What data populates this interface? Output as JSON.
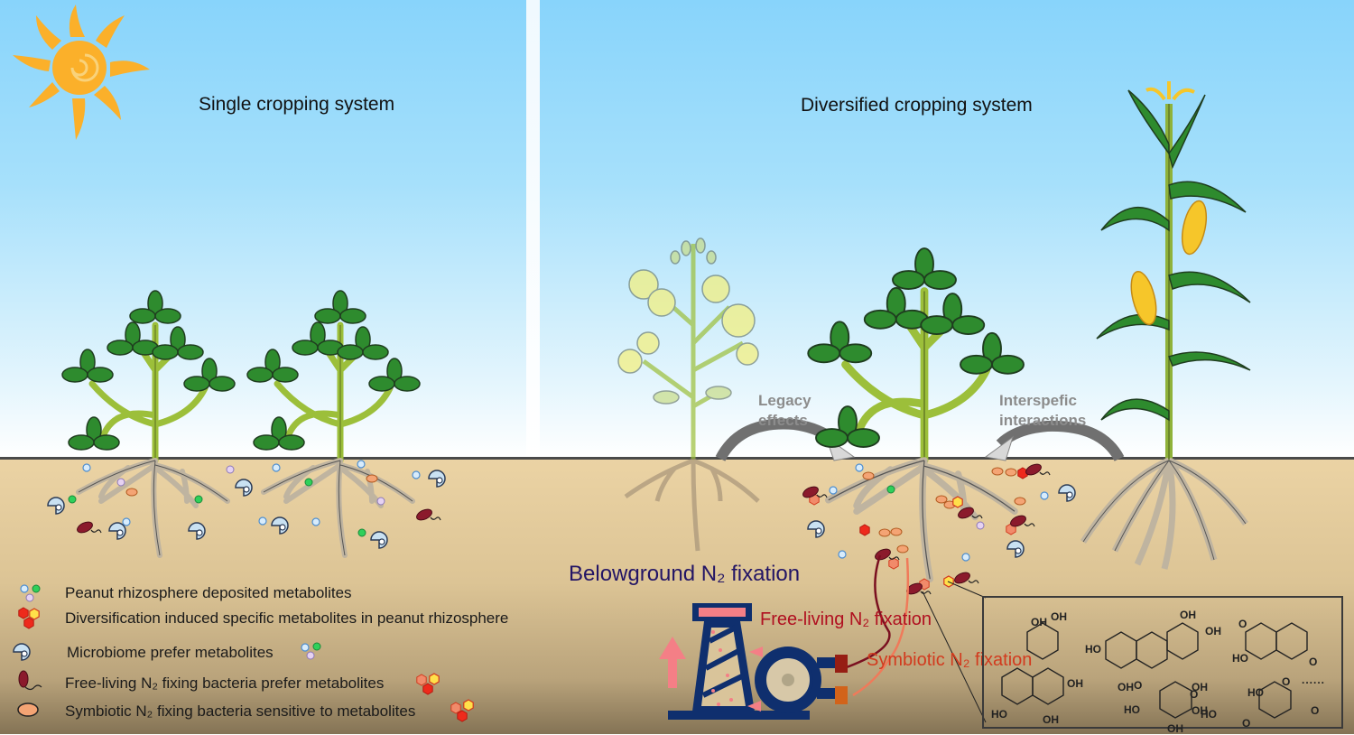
{
  "panels": {
    "single": {
      "title": "Single cropping system"
    },
    "diversified": {
      "title": "Diversified cropping system"
    }
  },
  "effects": {
    "legacy": [
      "Legacy",
      "effects"
    ],
    "interspecific": [
      "Interspefic",
      "interactions"
    ]
  },
  "belowground": {
    "title": "Belowground N₂ fixation",
    "free_living": "Free-living N₂ fixation",
    "symbiotic": "Symbiotic N₂ fixation"
  },
  "legend": [
    {
      "icon": "deposited-metabolites-icon",
      "text": "Peanut rhizosphere deposited metabolites"
    },
    {
      "icon": "specific-metabolites-icon",
      "text": "Diversification induced specific metabolites in peanut rhizosphere"
    },
    {
      "icon": "microbiome-icon",
      "text": "Microbiome prefer metabolites"
    },
    {
      "icon": "free-living-bacteria-icon",
      "text": "Free-living N₂ fixing bacteria prefer metabolites"
    },
    {
      "icon": "symbiotic-bacteria-icon",
      "text": "Symbiotic N₂ fixing bacteria sensitive to metabolites"
    }
  ],
  "chemicals": {
    "labels": [
      "OH",
      "OH",
      "OH",
      "HO",
      "OH",
      "HO",
      "OH",
      "OH",
      "O",
      "HO",
      "OH",
      "OH",
      "HO",
      "OH",
      "OH",
      "O",
      "HO",
      "O",
      "O",
      "HO",
      "O",
      "O",
      "O"
    ],
    "ellipsis": "......"
  },
  "colors": {
    "leaf": "#2e8b2e",
    "stem": "#9cbf3a",
    "root": "#bfb4a0",
    "soil": "#e6cfa0",
    "sky": "#88d4fb",
    "sun": "#fbb02a",
    "free_living_bacteria": "#8b1a2c",
    "symbiotic_bacteria": "#f4a474",
    "pump": "#0f2f6e",
    "pump_accent": "#f47f86"
  }
}
